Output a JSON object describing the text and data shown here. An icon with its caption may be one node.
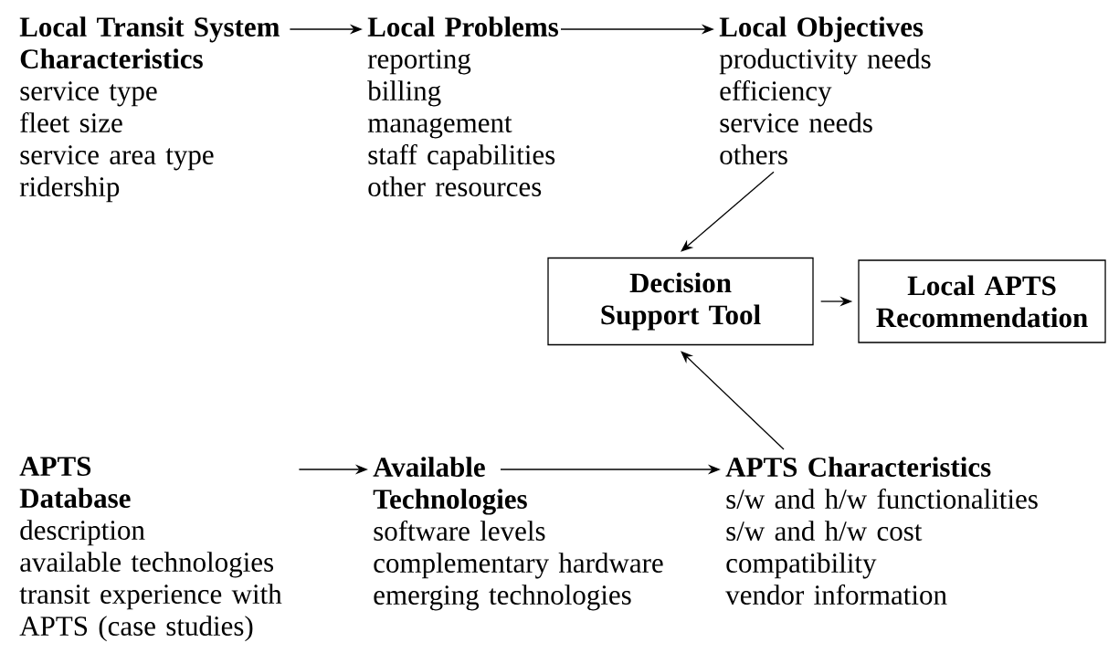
{
  "diagram": {
    "nodes": [
      {
        "text": [
          "Local Transit System Characteristics",
          "service type",
          "fleet size",
          "service area type",
          "ridership"
        ]
      },
      {
        "text": [
          "Local Problems",
          "reporting",
          "billing",
          "management",
          "staff capabilities",
          "other resources"
        ]
      },
      {
        "text": [
          "Local Objectives",
          "productivity needs",
          "efficiency",
          "service needs",
          "others"
        ]
      },
      {
        "text": [
          "Decision Support Tool"
        ]
      },
      {
        "text": [
          "Local APTS Recommendation"
        ]
      },
      {
        "text": [
          "APTS Database",
          "description",
          "available technologies",
          "transit experience with APTS (case studies)"
        ]
      },
      {
        "text": [
          "Available Technologies",
          "software levels",
          "complementary hardware",
          "emerging technologies"
        ]
      },
      {
        "text": [
          "APTS Characteristics",
          "s/w and h/w functionalities",
          "s/w and h/w cost",
          "compatibility",
          "vendor information"
        ]
      }
    ],
    "edges": [
      {
        "from": 0,
        "to": 1,
        "arrow": "to"
      },
      {
        "from": 1,
        "to": 2,
        "arrow": "to"
      },
      {
        "from": 2,
        "to": 3,
        "arrow": "to"
      },
      {
        "from": 3,
        "to": 4,
        "arrow": "to"
      },
      {
        "from": 5,
        "to": 6,
        "arrow": "to"
      },
      {
        "from": 6,
        "to": 7,
        "arrow": "to"
      },
      {
        "from": 7,
        "to": 3,
        "arrow": "to"
      }
    ]
  }
}
